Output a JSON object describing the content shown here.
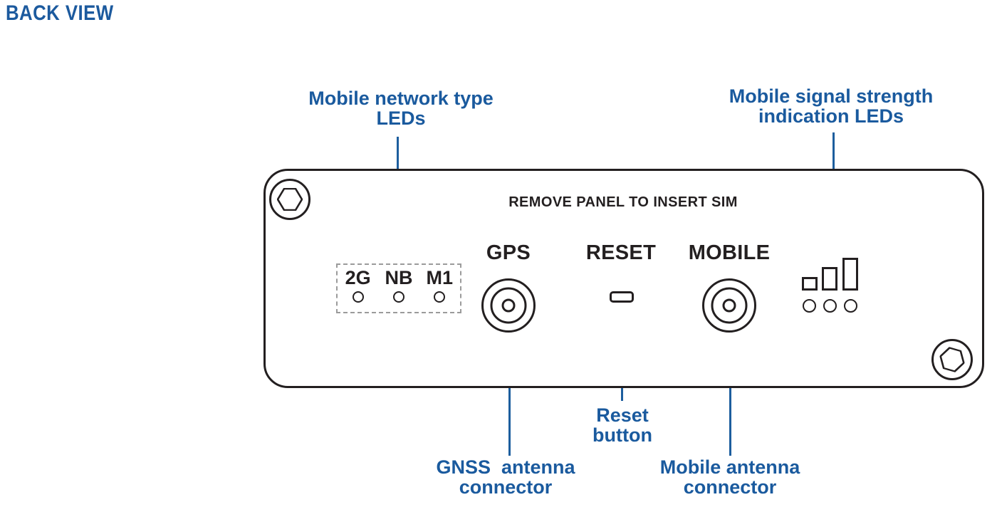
{
  "figure": {
    "title": "BACK VIEW",
    "title_color": "#1c5a9e",
    "accent_color": "#1a5a9e",
    "outline_color": "#231f20",
    "dashed_border_color": "#9b9b9b"
  },
  "callouts": [
    {
      "id": "mobile-network-type-leds",
      "text": "Mobile network type\nLEDs"
    },
    {
      "id": "mobile-signal-strength-leds",
      "text": "Mobile signal strength\nindication LEDs"
    },
    {
      "id": "reset-button",
      "text": "Reset\nbutton"
    },
    {
      "id": "gnss-antenna-connector",
      "text": "GNSS  antenna\nconnector"
    },
    {
      "id": "mobile-antenna-connector",
      "text": "Mobile antenna\nconnector"
    }
  ],
  "panel": {
    "heading": "REMOVE PANEL TO INSERT SIM",
    "port_labels": {
      "gps": "GPS",
      "reset": "RESET",
      "mobile": "MOBILE"
    },
    "network_leds": [
      {
        "label": "2G"
      },
      {
        "label": "NB"
      },
      {
        "label": "M1"
      }
    ],
    "signal_leds": {
      "bar_count": 3,
      "dot_count": 3
    },
    "screws": [
      {
        "position": "top-left"
      },
      {
        "position": "bottom-right"
      }
    ]
  }
}
